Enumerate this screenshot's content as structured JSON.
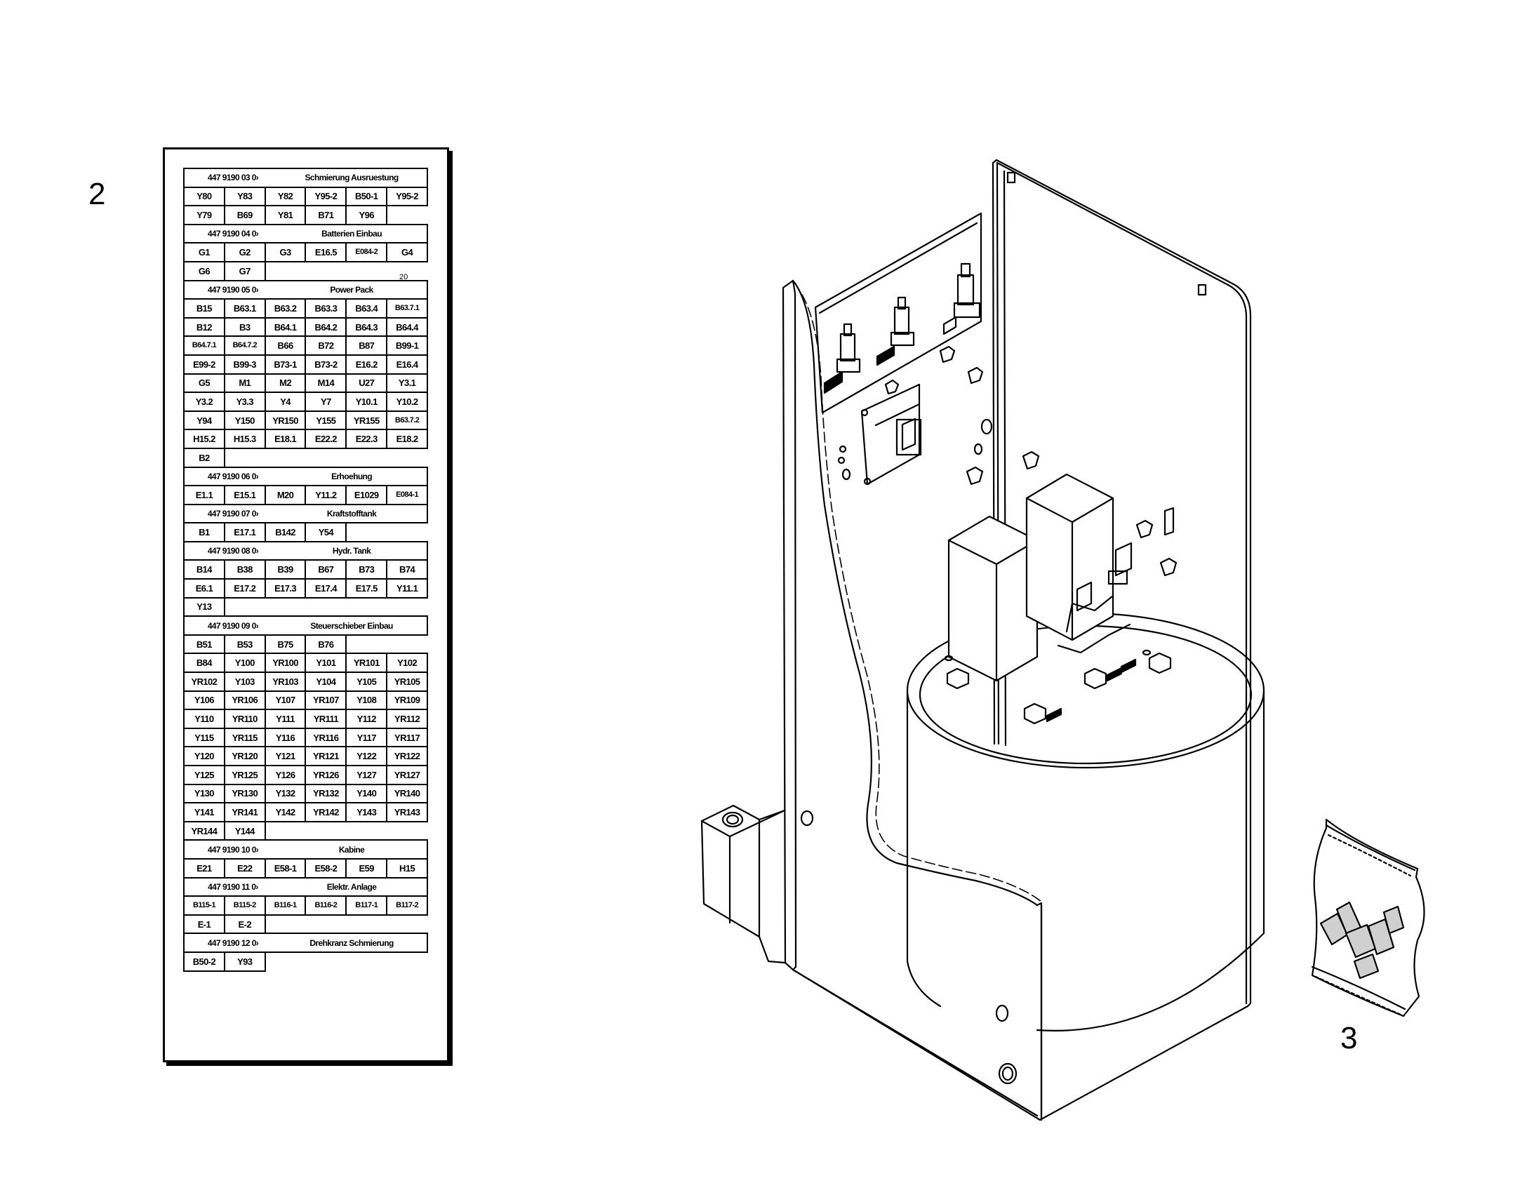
{
  "callouts": {
    "label_card": "2",
    "parts_bag": "3"
  },
  "label_card": {
    "pencil_note": "20",
    "sections": [
      {
        "number": "447  9190  03  0›",
        "title": "Schmierung  Ausruestung",
        "rows": [
          [
            "Y80",
            "Y83",
            "Y82",
            "Y95-2",
            "B50-1",
            "Y95-2"
          ],
          [
            "Y79",
            "B69",
            "Y81",
            "B71",
            "Y96"
          ]
        ]
      },
      {
        "number": "447  9190  04  0›",
        "title": "Batterien  Einbau",
        "rows": [
          [
            "G1",
            "G2",
            "G3",
            "E16.5",
            "E084-2",
            "G4"
          ],
          [
            "G6",
            "G7"
          ]
        ]
      },
      {
        "number": "447  9190  05  0›",
        "title": "Power  Pack",
        "rows": [
          [
            "B15",
            "B63.1",
            "B63.2",
            "B63.3",
            "B63.4",
            "B63.7.1"
          ],
          [
            "B12",
            "B3",
            "B64.1",
            "B64.2",
            "B64.3",
            "B64.4"
          ],
          [
            "B64.7.1",
            "B64.7.2",
            "B66",
            "B72",
            "B87",
            "B99-1"
          ],
          [
            "E99-2",
            "B99-3",
            "B73-1",
            "B73-2",
            "E16.2",
            "E16.4"
          ],
          [
            "G5",
            "M1",
            "M2",
            "M14",
            "U27",
            "Y3.1"
          ],
          [
            "Y3.2",
            "Y3.3",
            "Y4",
            "Y7",
            "Y10.1",
            "Y10.2"
          ],
          [
            "Y94",
            "Y150",
            "YR150",
            "Y155",
            "YR155",
            "B63.7.2"
          ],
          [
            "H15.2",
            "H15.3",
            "E18.1",
            "E22.2",
            "E22.3",
            "E18.2"
          ],
          [
            "B2"
          ]
        ]
      },
      {
        "number": "447  9190  06  0›",
        "title": "Erhoehung",
        "rows": [
          [
            "E1.1",
            "E15.1",
            "M20",
            "Y11.2",
            "E1029",
            "E084-1"
          ]
        ]
      },
      {
        "number": "447  9190  07  0›",
        "title": "Kraftstofftank",
        "rows": [
          [
            "B1",
            "E17.1",
            "B142",
            "Y54"
          ]
        ]
      },
      {
        "number": "447  9190  08  0›",
        "title": "Hydr.  Tank",
        "rows": [
          [
            "B14",
            "B38",
            "B39",
            "B67",
            "B73",
            "B74"
          ],
          [
            "E6.1",
            "E17.2",
            "E17.3",
            "E17.4",
            "E17.5",
            "Y11.1"
          ],
          [
            "Y13"
          ]
        ]
      },
      {
        "number": "447  9190  09  0›",
        "title": "Steuerschieber  Einbau",
        "rows": [
          [
            "B51",
            "B53",
            "B75",
            "B76"
          ],
          [
            "B84",
            "Y100",
            "YR100",
            "Y101",
            "YR101",
            "Y102"
          ],
          [
            "YR102",
            "Y103",
            "YR103",
            "Y104",
            "Y105",
            "YR105"
          ],
          [
            "Y106",
            "YR106",
            "Y107",
            "YR107",
            "Y108",
            "YR109"
          ],
          [
            "Y110",
            "YR110",
            "Y111",
            "YR111",
            "Y112",
            "YR112"
          ],
          [
            "Y115",
            "YR115",
            "Y116",
            "YR116",
            "Y117",
            "YR117"
          ],
          [
            "Y120",
            "YR120",
            "Y121",
            "YR121",
            "Y122",
            "YR122"
          ],
          [
            "Y125",
            "YR125",
            "Y126",
            "YR126",
            "Y127",
            "YR127"
          ],
          [
            "Y130",
            "YR130",
            "Y132",
            "YR132",
            "Y140",
            "YR140"
          ],
          [
            "Y141",
            "YR141",
            "Y142",
            "YR142",
            "Y143",
            "YR143"
          ],
          [
            "YR144",
            "Y144"
          ]
        ]
      },
      {
        "number": "447  9190  10  0›",
        "title": "Kabine",
        "rows": [
          [
            "E21",
            "E22",
            "E58-1",
            "E58-2",
            "E59",
            "H15"
          ]
        ]
      },
      {
        "number": "447  9190  11  0›",
        "title": "Elektr.  Anlage",
        "rows": [
          [
            "B115-1",
            "B115-2",
            "B116-1",
            "B116-2",
            "B117-1",
            "B117-2"
          ],
          [
            "E-1",
            "E-2"
          ]
        ]
      },
      {
        "number": "447  9190  12  0›",
        "title": "Drehkranz  Schmierung",
        "rows": [
          [
            "B50-2",
            "Y93"
          ]
        ]
      }
    ]
  }
}
